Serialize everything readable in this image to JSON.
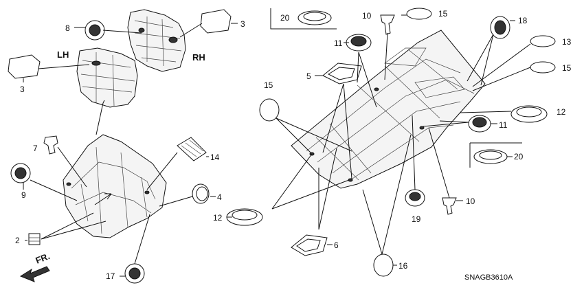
{
  "diagram": {
    "callouts": [
      {
        "id": "c20a",
        "text": "20"
      },
      {
        "id": "c10a",
        "text": "10"
      },
      {
        "id": "c15a",
        "text": "15"
      },
      {
        "id": "c18",
        "text": "18"
      },
      {
        "id": "c11a",
        "text": "11"
      },
      {
        "id": "c13",
        "text": "13"
      },
      {
        "id": "c15b",
        "text": "15"
      },
      {
        "id": "c5",
        "text": "5"
      },
      {
        "id": "c15c",
        "text": "15"
      },
      {
        "id": "c12a",
        "text": "12"
      },
      {
        "id": "c11b",
        "text": "11"
      },
      {
        "id": "c20b",
        "text": "20"
      },
      {
        "id": "c10b",
        "text": "10"
      },
      {
        "id": "c19",
        "text": "19"
      },
      {
        "id": "c12b",
        "text": "12"
      },
      {
        "id": "c6",
        "text": "6"
      },
      {
        "id": "c16",
        "text": "16"
      },
      {
        "id": "c8",
        "text": "8"
      },
      {
        "id": "c3a",
        "text": "3"
      },
      {
        "id": "c3b",
        "text": "3"
      },
      {
        "id": "c7",
        "text": "7"
      },
      {
        "id": "c14",
        "text": "14"
      },
      {
        "id": "c9",
        "text": "9"
      },
      {
        "id": "c4",
        "text": "4"
      },
      {
        "id": "c2",
        "text": "2"
      },
      {
        "id": "c17",
        "text": "17"
      }
    ],
    "side_labels": {
      "left": "LH",
      "right": "RH"
    },
    "direction_label": "FR.",
    "part_code": "SNAGB3610A"
  }
}
